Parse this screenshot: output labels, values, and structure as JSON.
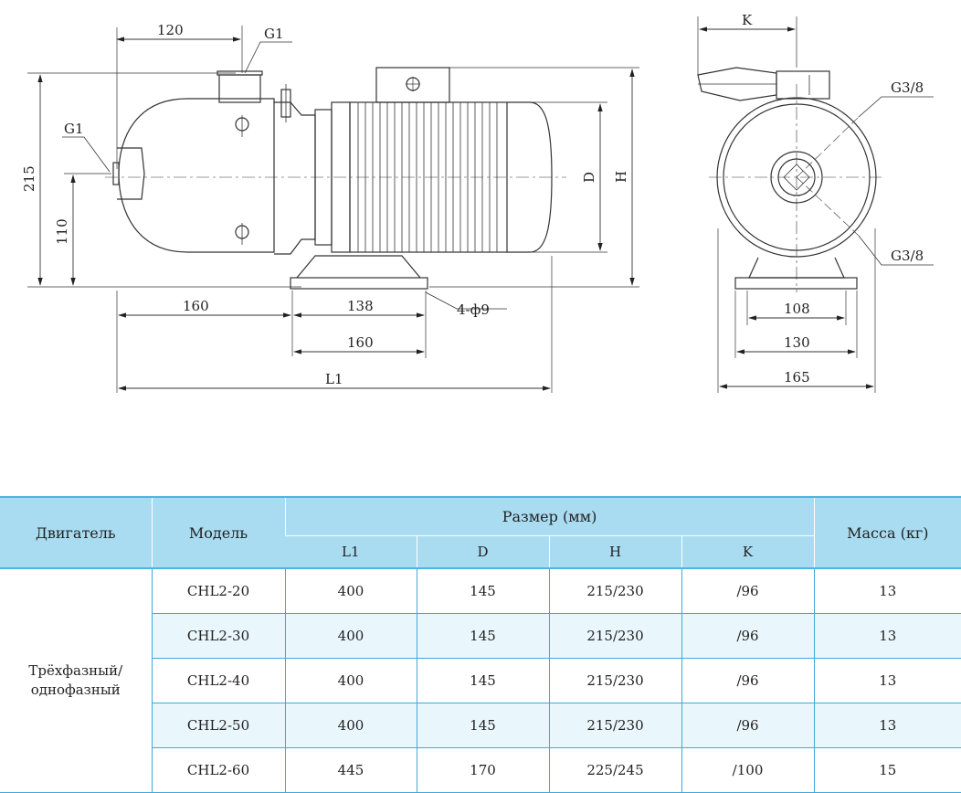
{
  "drawing": {
    "dims": {
      "d120": "120",
      "g1_top": "G1",
      "g1_left": "G1",
      "d215": "215",
      "d110": "110",
      "d160_left": "160",
      "d138": "138",
      "d160_base": "160",
      "holes": "4-ф9",
      "l1": "L1",
      "d_label": "D",
      "h_label": "H",
      "k_label": "K",
      "g38_top": "G3/8",
      "g38_bottom": "G3/8",
      "d108": "108",
      "d130": "130",
      "d165": "165"
    }
  },
  "table": {
    "header": {
      "engine": "Двигатель",
      "model": "Модель",
      "size": "Размер (мм)",
      "mass": "Масса (кг)",
      "cols": [
        "L1",
        "D",
        "H",
        "K"
      ]
    },
    "engine_type": "Трёхфазный/ однофазный",
    "rows": [
      {
        "model": "CHL2-20",
        "l1": "400",
        "d": "145",
        "h": "215/230",
        "k": "/96",
        "mass": "13"
      },
      {
        "model": "CHL2-30",
        "l1": "400",
        "d": "145",
        "h": "215/230",
        "k": "/96",
        "mass": "13"
      },
      {
        "model": "CHL2-40",
        "l1": "400",
        "d": "145",
        "h": "215/230",
        "k": "/96",
        "mass": "13"
      },
      {
        "model": "CHL2-50",
        "l1": "400",
        "d": "145",
        "h": "215/230",
        "k": "/96",
        "mass": "13"
      },
      {
        "model": "CHL2-60",
        "l1": "445",
        "d": "170",
        "h": "225/245",
        "k": "/100",
        "mass": "15"
      }
    ]
  }
}
